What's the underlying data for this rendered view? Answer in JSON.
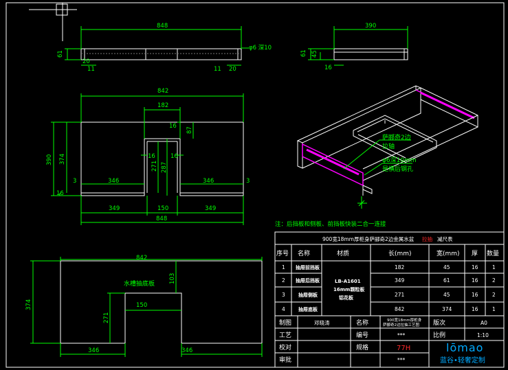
{
  "top_views": {
    "front_strip": {
      "overall": "848",
      "height": "61",
      "left_20": "20",
      "left_11": "11",
      "right_11": "11",
      "right_20": "20",
      "hole_note": "φ6 深10"
    },
    "side_strip": {
      "overall": "390",
      "height_61": "61",
      "height_45": "45",
      "thickness": "16"
    }
  },
  "plan_view": {
    "overall_top": "842",
    "notch_width": "182",
    "notch_16": "16",
    "notch_87": "87",
    "left_390": "390",
    "left_374": "374",
    "inner_16_left": "16",
    "inner_16_right": "16",
    "inner_271": "271",
    "inner_287": "287",
    "left_3": "3",
    "left_346": "346",
    "right_346": "346",
    "right_3": "3",
    "bottom_16": "16",
    "bottom_349_left": "349",
    "bottom_150": "150",
    "bottom_349_right": "349",
    "bottom_848": "848"
  },
  "iso_view": {
    "callout_1a": "萨郦奇2边",
    "callout_1b": "拉轴",
    "callout_2a": "φ6深10mm",
    "callout_2b": "是横后钢孔"
  },
  "note": "注：后挡板和侧板、前挡板快装二合一连接",
  "bottom_view": {
    "overall": "842",
    "label": "水槽抽底板",
    "dim_103": "103",
    "dim_150": "150",
    "dim_271": "271",
    "dim_374": "374",
    "dim_346_left": "346",
    "dim_346_right": "346"
  },
  "table": {
    "title_a": "900宽18mm厚柜身萨郦奇2边金属水盆",
    "title_b": "拉抽",
    "title_c": "减尺表",
    "headers": {
      "no": "序号",
      "name": "名称",
      "material": "材质",
      "length": "长(mm)",
      "width": "宽(mm)",
      "thick": "厚",
      "qty": "数量"
    },
    "material": [
      "LB-A1601",
      "16mm颗粒板",
      "铝花板"
    ],
    "rows": [
      {
        "no": "1",
        "name": "抽屉前挡板",
        "length": "182",
        "width": "45",
        "thick": "16",
        "qty": "1"
      },
      {
        "no": "2",
        "name": "抽屉后挡板",
        "length": "349",
        "width": "61",
        "thick": "16",
        "qty": "2"
      },
      {
        "no": "3",
        "name": "抽屉侧板",
        "length": "271",
        "width": "45",
        "thick": "16",
        "qty": "2"
      },
      {
        "no": "4",
        "name": "抽屉底板",
        "length": "842",
        "width": "374",
        "thick": "16",
        "qty": "1"
      }
    ],
    "footer": {
      "made_label": "制图",
      "made_value": "邓晓涛",
      "name_label": "名称",
      "name_value_a": "900宽18mm厚柜身",
      "name_value_b": "萨郦奇2边拉抽工艺图",
      "version_label": "版次",
      "version_value": "A0",
      "craft_label": "工艺",
      "code_label": "编号",
      "code_value": "***",
      "scale_label": "比例",
      "scale_value": "1:10",
      "check_label": "校对",
      "spec_label": "规格",
      "spec_value": "77H",
      "approve_label": "审批",
      "approve_value": "***",
      "brand_logo": "lōmao",
      "brand_name": "蓝谷•轻奢定制"
    }
  }
}
